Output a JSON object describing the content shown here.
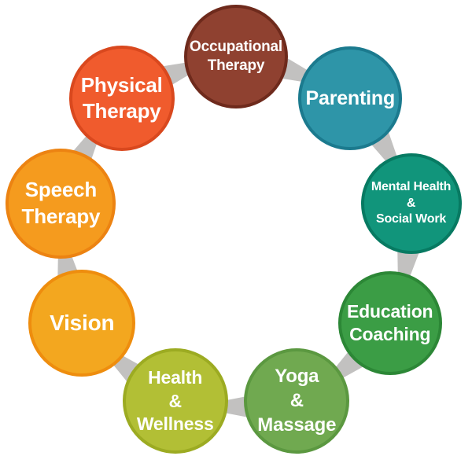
{
  "page": {
    "background_color": "#ffffff"
  },
  "diagram": {
    "kind": "circular-cycle",
    "direction": "clockwise",
    "connector_color": "#c2c1c0",
    "text_color": "#ffffff",
    "nodes": [
      {
        "id": "occupational-therapy",
        "label": "Occupational Therapy",
        "lines": [
          "Occupational",
          "Therapy"
        ],
        "fill": "#8f4130",
        "border": "#6e2a1c"
      },
      {
        "id": "parenting",
        "label": "Parenting",
        "lines": [
          "Parenting"
        ],
        "fill": "#2e95a8",
        "border": "#1b7a8e"
      },
      {
        "id": "mental-health-social-work",
        "label": "Mental Health & Social Work",
        "lines": [
          "Mental Health",
          "&",
          "Social Work"
        ],
        "fill": "#11957b",
        "border": "#077a62"
      },
      {
        "id": "education-coaching",
        "label": "Education Coaching",
        "lines": [
          "Education",
          "Coaching"
        ],
        "fill": "#3b9d45",
        "border": "#2c8736"
      },
      {
        "id": "yoga-massage",
        "label": "Yoga & Massage",
        "lines": [
          "Yoga",
          "&",
          "Massage"
        ],
        "fill": "#70a950",
        "border": "#5b9840"
      },
      {
        "id": "health-wellness",
        "label": "Health & Wellness",
        "lines": [
          "Health",
          "&",
          "Wellness"
        ],
        "fill": "#b2bf35",
        "border": "#9cab22"
      },
      {
        "id": "vision",
        "label": "Vision",
        "lines": [
          "Vision"
        ],
        "fill": "#f3a71f",
        "border": "#ee8d0e"
      },
      {
        "id": "speech-therapy",
        "label": "Speech Therapy",
        "lines": [
          "Speech",
          "Therapy"
        ],
        "fill": "#f59b1e",
        "border": "#ec8312"
      },
      {
        "id": "physical-therapy",
        "label": "Physical Therapy",
        "lines": [
          "Physical",
          "Therapy"
        ],
        "fill": "#f05b2d",
        "border": "#d9481e"
      }
    ]
  }
}
